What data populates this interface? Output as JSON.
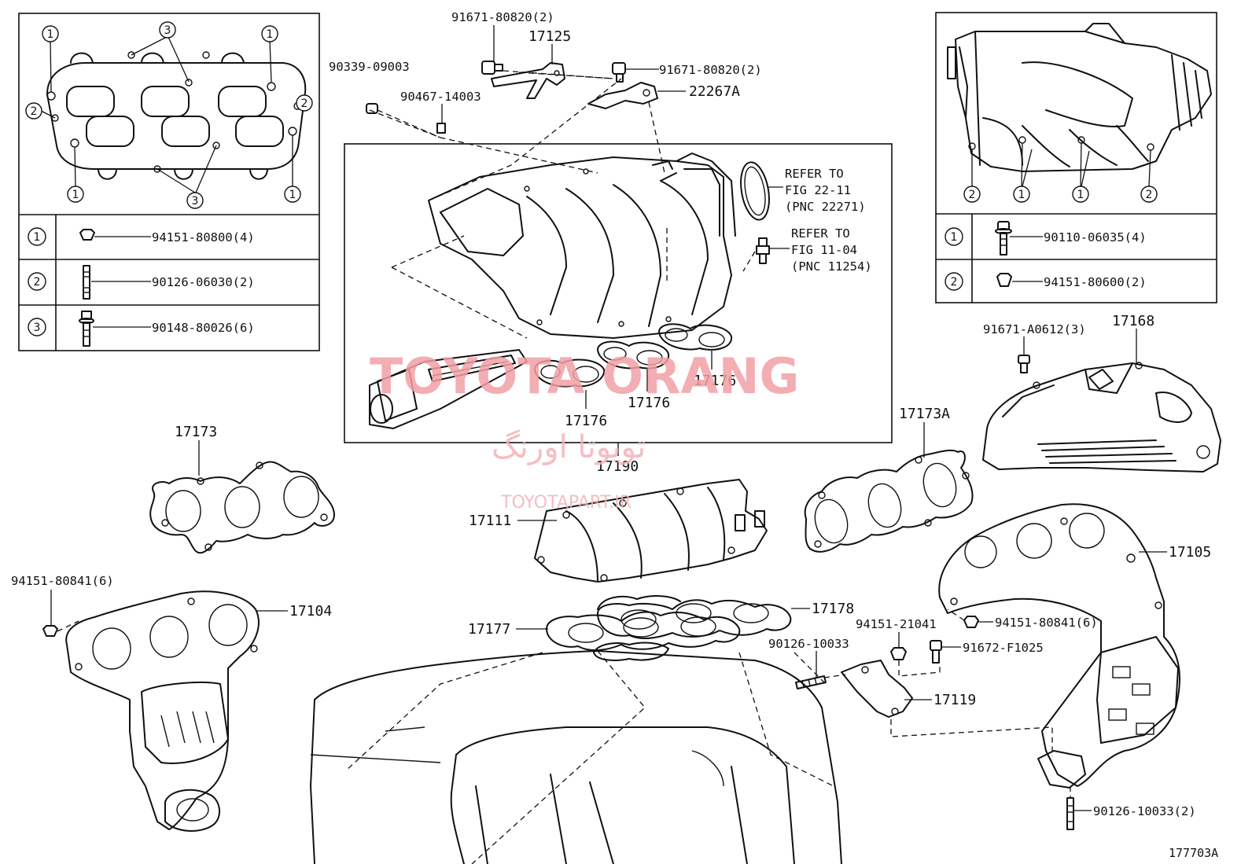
{
  "colors": {
    "line": "#111111",
    "watermark": "#f2a0a6",
    "background": "#ffffff"
  },
  "left_table": {
    "items": [
      {
        "num": "1",
        "part": "94151-80800(4)"
      },
      {
        "num": "2",
        "part": "90126-06030(2)"
      },
      {
        "num": "3",
        "part": "90148-80026(6)"
      }
    ]
  },
  "right_table": {
    "items": [
      {
        "num": "1",
        "part": "90110-06035(4)"
      },
      {
        "num": "2",
        "part": "94151-80600(2)"
      }
    ]
  },
  "callouts": {
    "c1": "1",
    "c2": "2",
    "c3": "3"
  },
  "labels": {
    "p91671_top": "91671-80820(2)",
    "p17125": "17125",
    "p90339": "90339-09003",
    "p90467": "90467-14003",
    "p91671_right": "91671-80820(2)",
    "p22267a": "22267A",
    "refer1_a": "REFER TO",
    "refer1_b": "FIG 22-11",
    "refer1_c": "(PNC 22271)",
    "refer2_a": "REFER TO",
    "refer2_b": "FIG 11-04",
    "refer2_c": "(PNC 11254)",
    "p17176_a": "17176",
    "p17176_b": "17176",
    "p17176_c": "17176",
    "p17190": "17190",
    "p17173": "17173",
    "p17173a": "17173A",
    "p91671_a0612": "91671-A0612(3)",
    "p17168": "17168",
    "p17111": "17111",
    "p17105": "17105",
    "p94151_80841_left": "94151-80841(6)",
    "p17104": "17104",
    "p17178": "17178",
    "p17177": "17177",
    "p94151_21041": "94151-21041",
    "p94151_80841_right": "94151-80841(6)",
    "p90126_10033": "90126-10033",
    "p91672": "91672-F1025",
    "p17119": "17119",
    "p90126_10033_2": "90126-10033(2)",
    "fig_id": "177703A"
  },
  "watermark": {
    "line1": "TOYOTA ORANG",
    "line2": "تویوتا اورنگ",
    "line3": "TOYOTAPART.IR"
  }
}
